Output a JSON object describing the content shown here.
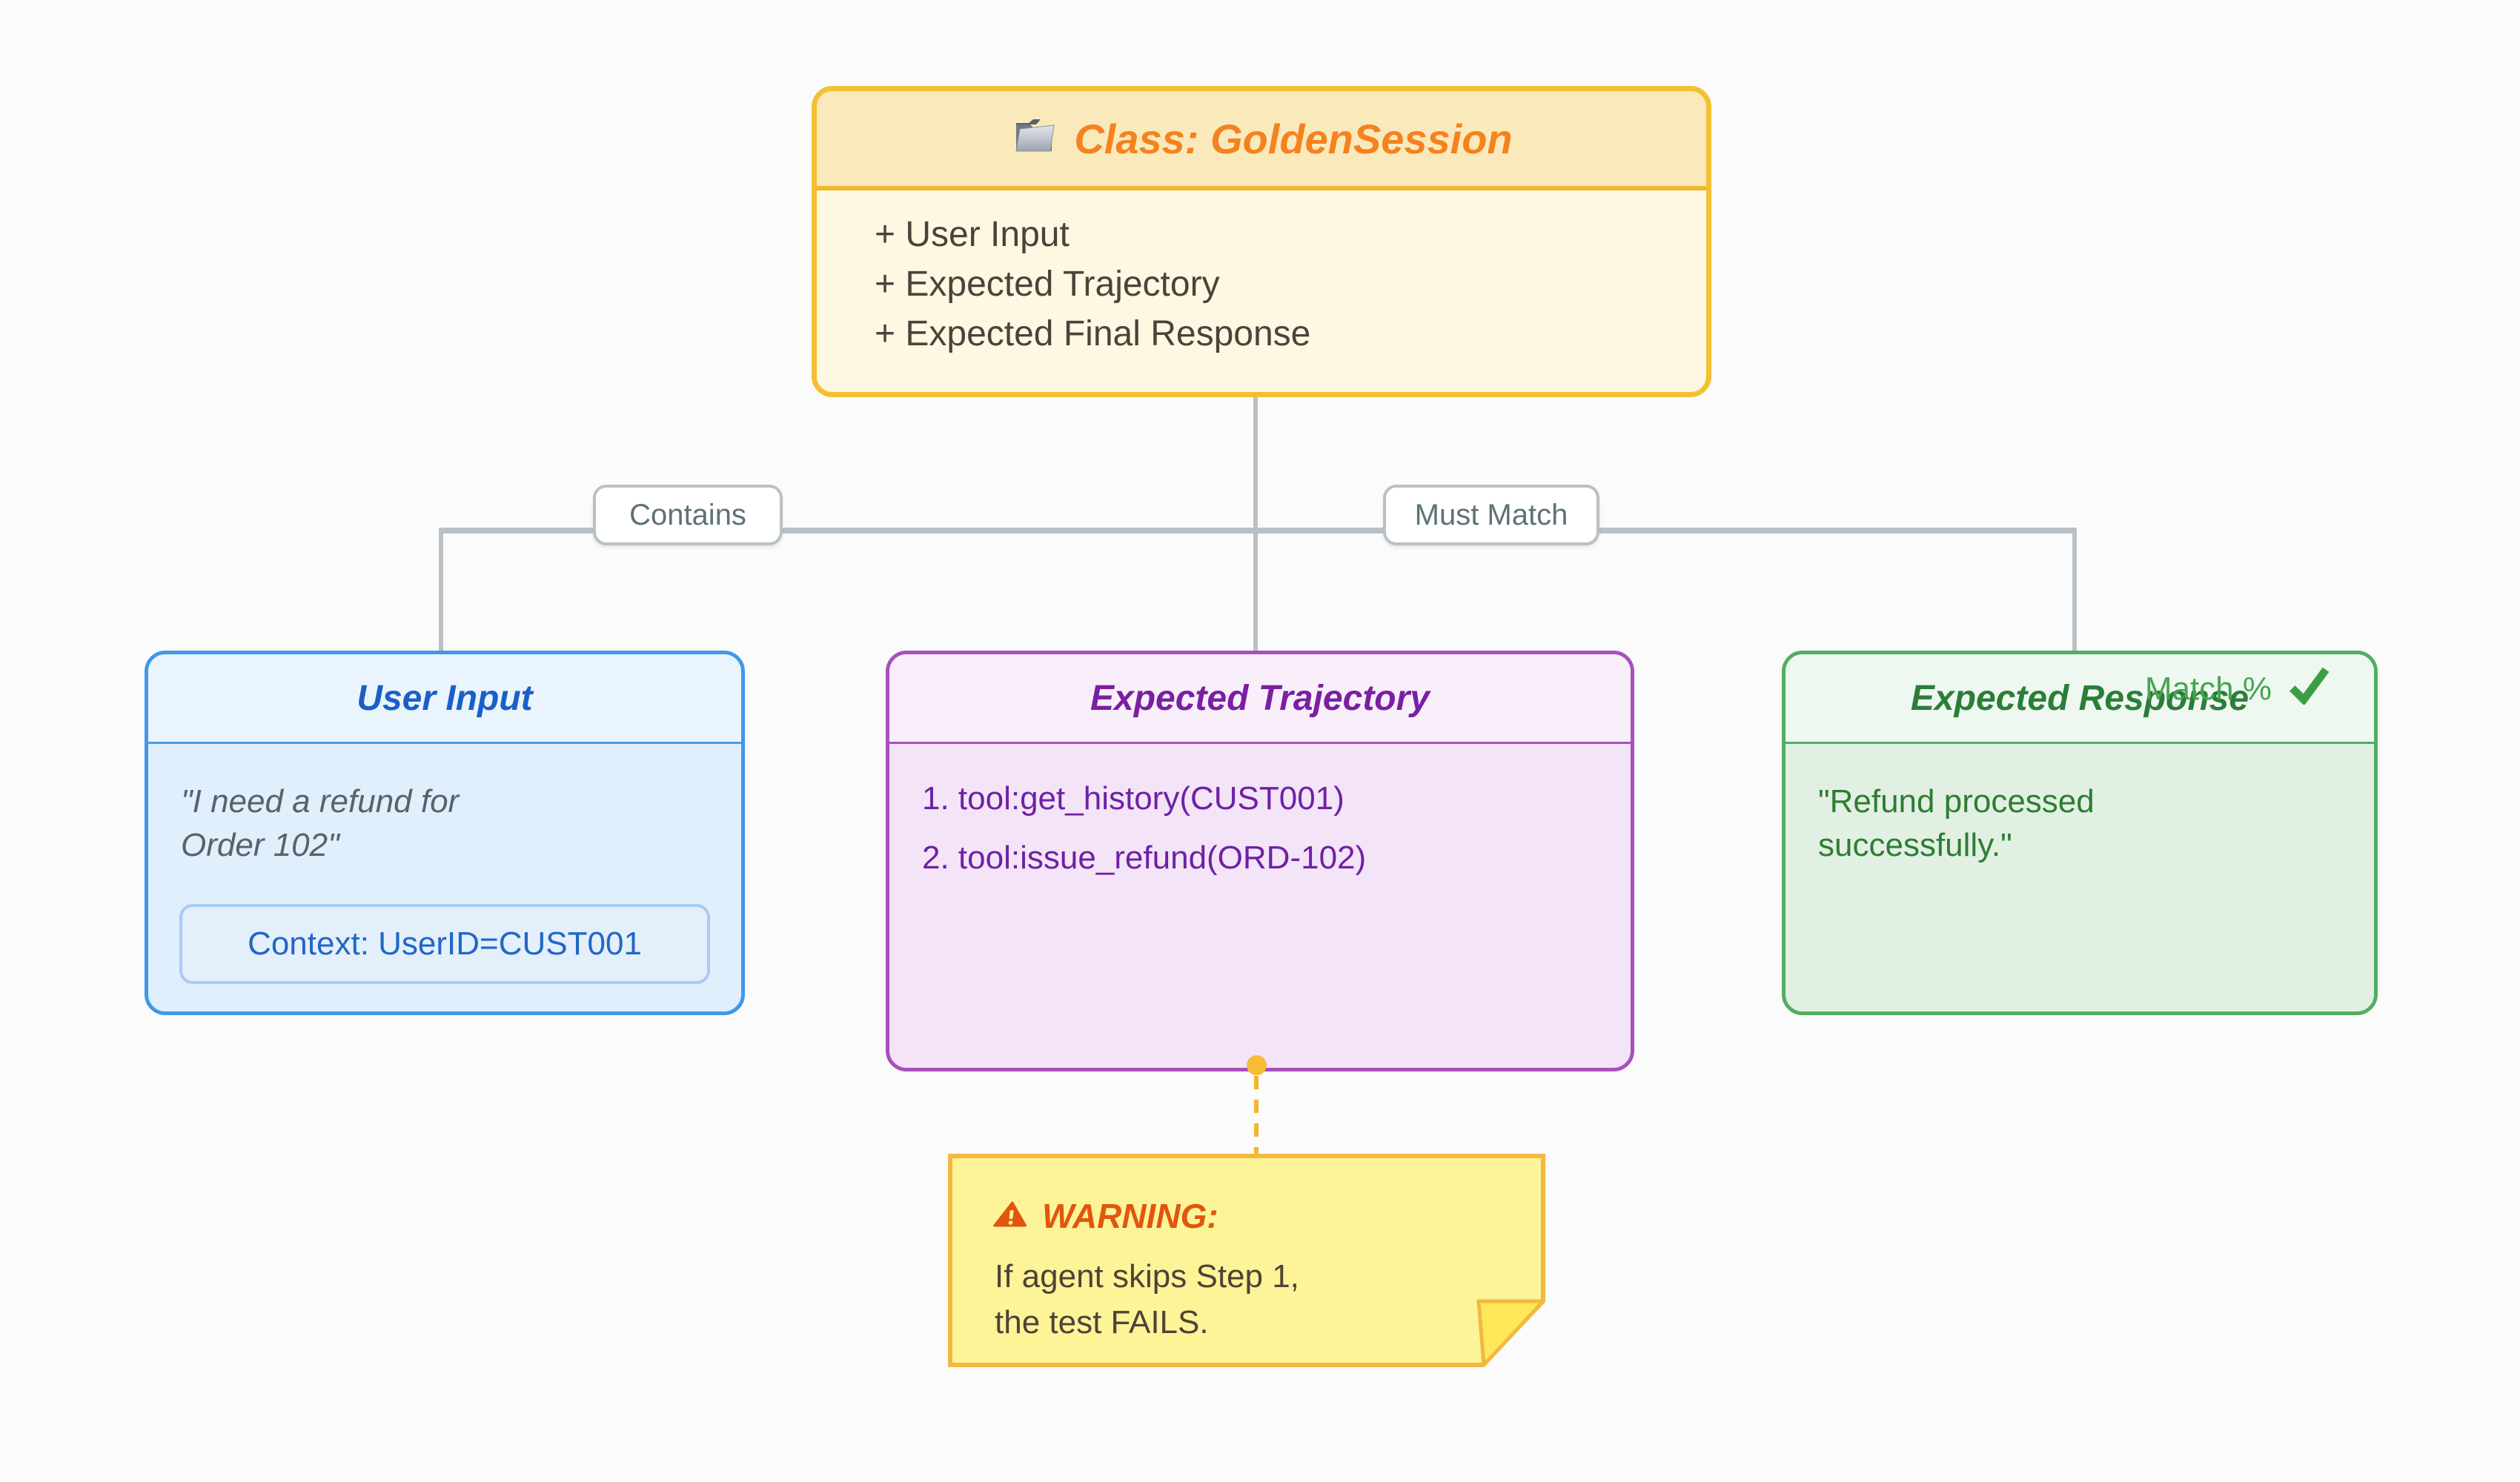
{
  "diagram": {
    "background": "#FBFBFB",
    "class_node": {
      "icon": "folder-icon",
      "title": "Class: GoldenSession",
      "members": [
        "+ User Input",
        "+ Expected Trajectory",
        "+ Expected Final Response"
      ],
      "colors": {
        "border": "#F2C032",
        "header_bg": "#FAEABB",
        "body_bg": "#FDF8E1",
        "title": "#F5821F",
        "text": "#4C423B"
      }
    },
    "edges": {
      "contains_label": "Contains",
      "must_match_label": "Must Match",
      "line_color": "#B9C1C6",
      "label_text_color": "#5E7179"
    },
    "user_input_node": {
      "title": "User Input",
      "quote_line1": "\"I need a refund for",
      "quote_line2": "Order 102\"",
      "context": "Context: UserID=CUST001",
      "colors": {
        "border": "#3F98E9",
        "header_bg": "#E9F4FD",
        "body_bg": "#DFEFFC",
        "title": "#1A5FC8",
        "quote": "#5B6168",
        "context_text": "#2167C5"
      }
    },
    "trajectory_node": {
      "title": "Expected Trajectory",
      "steps": [
        "1. tool:get_history(CUST001)",
        "2. tool:issue_refund(ORD-102)"
      ],
      "colors": {
        "border": "#A94FBC",
        "header_bg": "#F8EFFB",
        "body_bg": "#F3E4F8",
        "title": "#7B1FA2",
        "text": "#6E21A4"
      }
    },
    "response_node": {
      "title": "Expected Response",
      "quote_line1": "\"Refund processed",
      "quote_line2": "successfully.\"",
      "match_label": "Match %",
      "check_icon": "check-icon",
      "colors": {
        "border": "#53AD62",
        "header_bg": "#EFF8F0",
        "body_bg": "#E2F0E3",
        "title": "#2B7E38",
        "text": "#2E7D32",
        "match": "#47A452",
        "check": "#3B9E47"
      }
    },
    "warning_note": {
      "icon": "warning-icon",
      "title": "WARNING:",
      "line1": "If agent skips Step 1,",
      "line2": "the test FAILS.",
      "colors": {
        "bg": "#FDF498",
        "fold": "#FEE85A",
        "border": "#F3B83F",
        "title": "#E1560E",
        "text": "#4E4238"
      }
    },
    "link_dot_color": "#F5BE35"
  }
}
